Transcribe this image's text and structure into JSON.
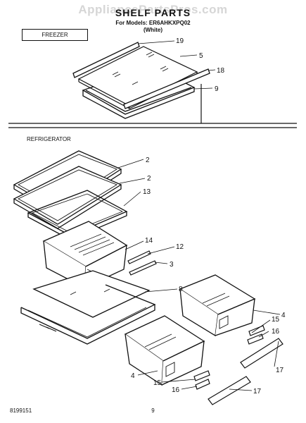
{
  "header": {
    "watermark": "AppliancePartsPros.com",
    "title": "SHELF PARTS",
    "models_line": "For Models: ER6AHKXPQ02",
    "variant_line": "(White)"
  },
  "sections": {
    "freezer": "FREEZER",
    "refrigerator": "REFRIGERATOR"
  },
  "part_numbers": {
    "p19": "19",
    "p5": "5",
    "p18": "18",
    "p9": "9",
    "p2a": "2",
    "p2b": "2",
    "p13": "13",
    "p14": "14",
    "p12": "12",
    "p3": "3",
    "p8": "8",
    "p4a": "4",
    "p15a": "15",
    "p16a": "16",
    "p17a": "17",
    "p4b": "4",
    "p15b": "15",
    "p16b": "16",
    "p17b": "17"
  },
  "footer": {
    "doc_number": "8199151",
    "page_number": "9"
  }
}
